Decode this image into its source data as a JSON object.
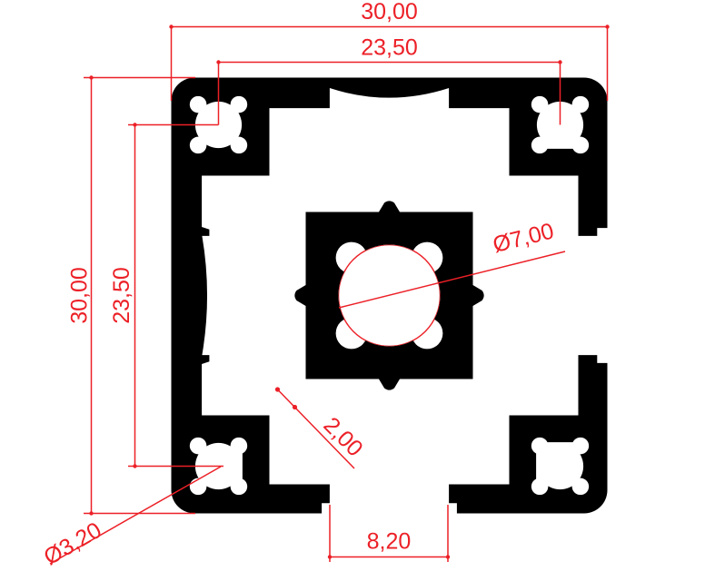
{
  "drawing": {
    "kind": "technical-drawing-cross-section",
    "background_color": "#ffffff",
    "profile_color": "#000000",
    "dimension_color": "#ec2027",
    "dimensions": {
      "top_width": "30,00",
      "top_hole_spacing": "23,50",
      "left_height": "30,00",
      "left_hole_spacing": "23,50",
      "slot_opening_width": "8,20",
      "web_thickness": "2,00",
      "center_bore_diameter": "Ø7,00",
      "corner_hole_diameter": "Ø3,20"
    }
  }
}
